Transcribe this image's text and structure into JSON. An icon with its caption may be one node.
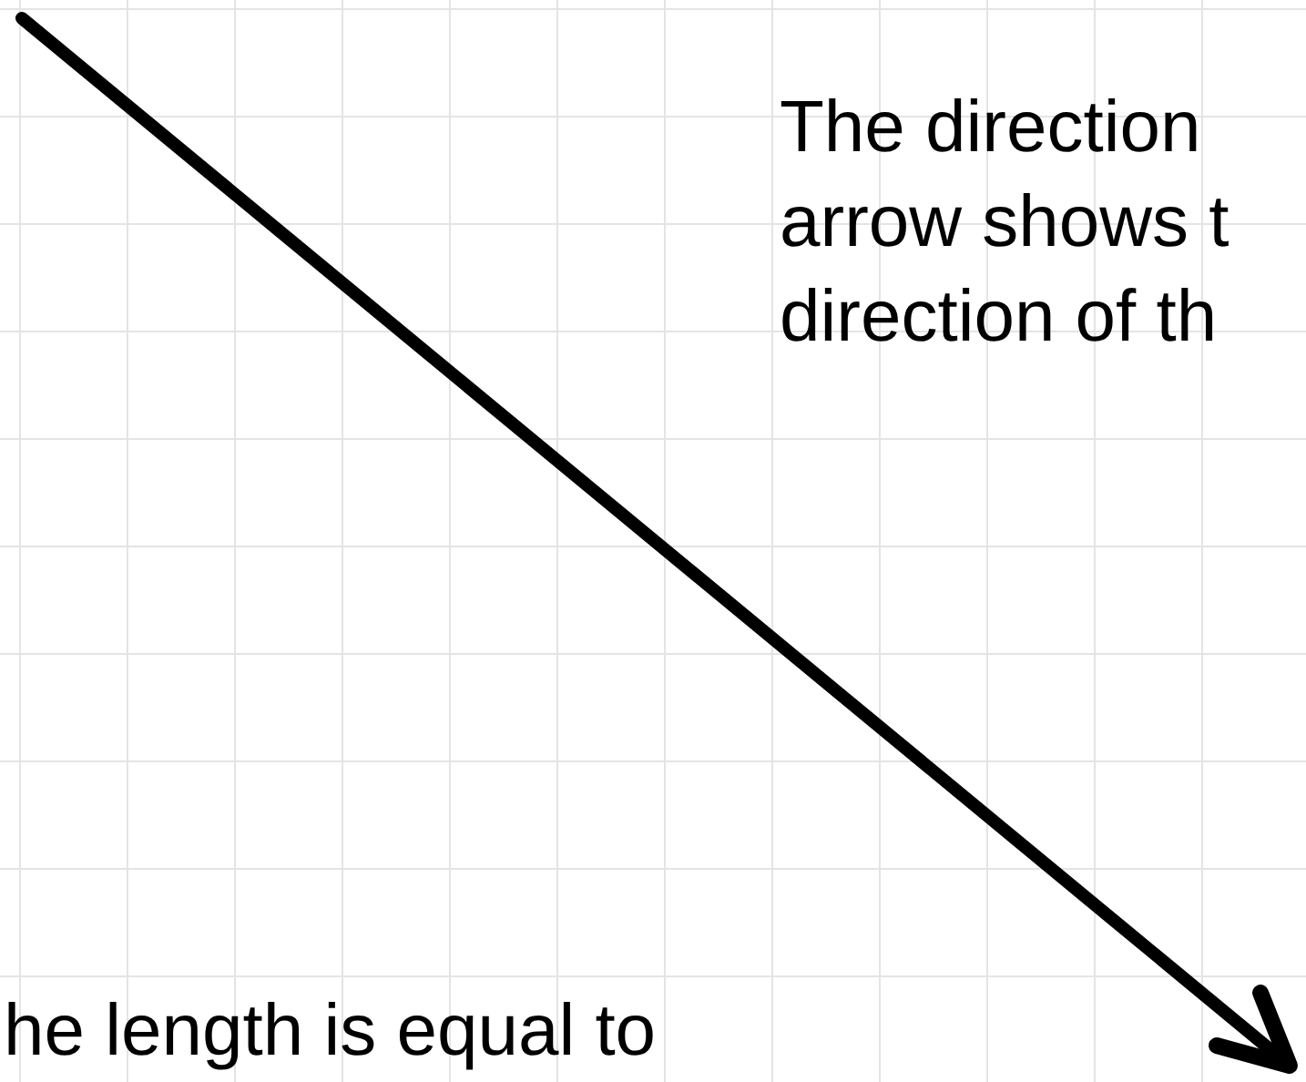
{
  "diagram": {
    "labels": [
      "The direction",
      "arrow shows t",
      "direction of th",
      "he length is equal to"
    ]
  }
}
